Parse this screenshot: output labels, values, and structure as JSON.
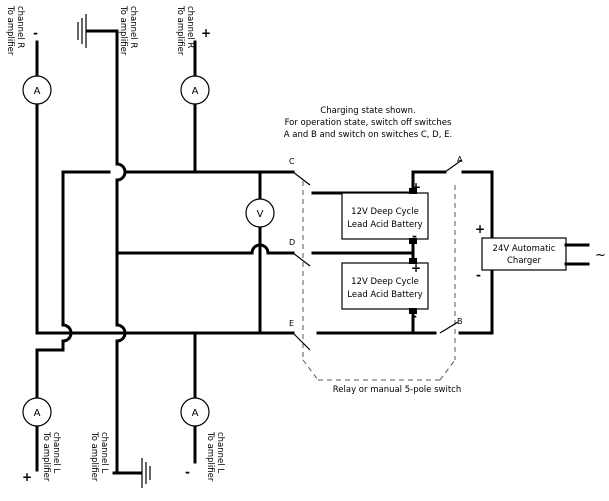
{
  "note": {
    "line1": "Charging state shown.",
    "line2": "For operation state, switch off switches",
    "line3": "A and B and switch on switches C, D, E."
  },
  "amplifier_labels": {
    "top_left": [
      "To amplifier",
      "channel R"
    ],
    "top_middle": [
      "To amplifier",
      "channel R"
    ],
    "top_right": [
      "To amplifier",
      "channel R"
    ],
    "bottom_left": [
      "To amplifier",
      "channel L"
    ],
    "bottom_middle": [
      "To amplifier",
      "channel L"
    ],
    "bottom_right": [
      "To amplifier",
      "channel L"
    ]
  },
  "polarity": {
    "top_left": "-",
    "top_right": "+",
    "bottom_left": "+",
    "bottom_right": "-",
    "battery_top_plus": "+",
    "battery_top_minus": "-",
    "battery_bottom_plus": "+",
    "battery_bottom_minus": "-",
    "charger_plus": "+",
    "charger_minus": "-"
  },
  "meters": {
    "ammeter": "A",
    "voltmeter": "V"
  },
  "switch_labels": {
    "a": "A",
    "b": "B",
    "c": "C",
    "d": "D",
    "e": "E"
  },
  "battery": {
    "line1": "12V Deep Cycle",
    "line2": "Lead Acid Battery"
  },
  "charger": {
    "line1": "24V Automatic",
    "line2": "Charger",
    "ac_symbol": "~"
  },
  "relay_label": "Relay or manual 5-pole switch"
}
